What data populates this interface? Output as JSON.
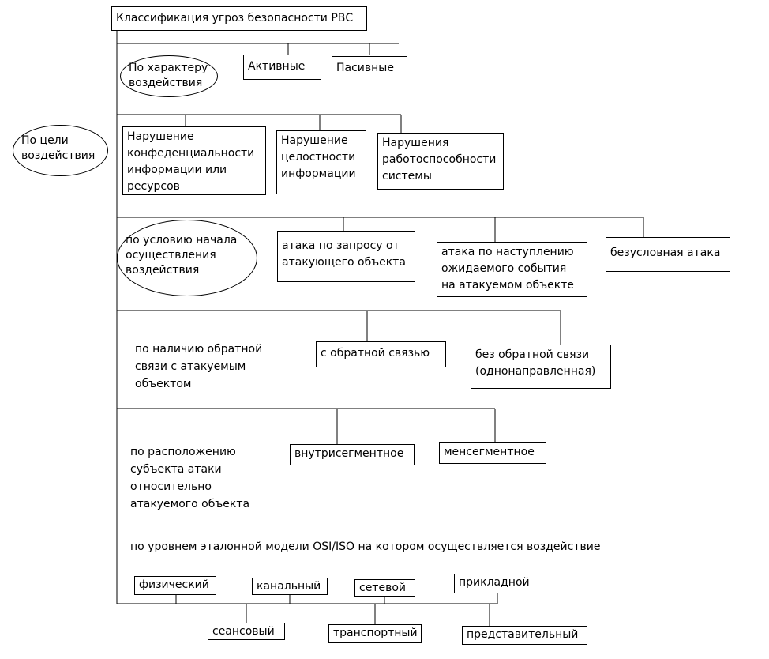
{
  "title": "Классификация угроз безопасности РВС",
  "groups": {
    "character": {
      "label": "По характеру\nвоздействия",
      "items": [
        "Активные",
        "Пасивные"
      ]
    },
    "goal": {
      "label": "По цели\nвоздействия",
      "items": [
        "Нарушение\nконфеденциальности\nинформации или\nресурсов",
        "Нарушение\nцелостности\nинформации",
        "Нарушения\nработоспособности\nсистемы"
      ]
    },
    "start_condition": {
      "label": "по условию начала\nосуществления\nвоздействия",
      "items": [
        "атака по запросу от\nатакующего объекта",
        "атака по наступлению\nожидаемого события\nна атакуемом объекте",
        "безусловная атака"
      ]
    },
    "feedback": {
      "label": "по наличию обратной\nсвязи с атакуемым\nобъектом",
      "items": [
        "с обратной связью",
        "без обратной связи\n(однонаправленная)"
      ]
    },
    "location": {
      "label": "по расположению\nсубъекта атаки\nотносительно\nатакуемого объекта",
      "items": [
        "внутрисегментное",
        "менсегментное"
      ]
    },
    "osi": {
      "label": "по уровнем эталонной модели  OSI/ISO на котором осуществляется воздействие",
      "items_top": [
        "физический",
        "канальный",
        "сетевой",
        "прикладной"
      ],
      "items_bottom": [
        "сеансовый",
        "транспортный",
        "представительный"
      ]
    }
  }
}
